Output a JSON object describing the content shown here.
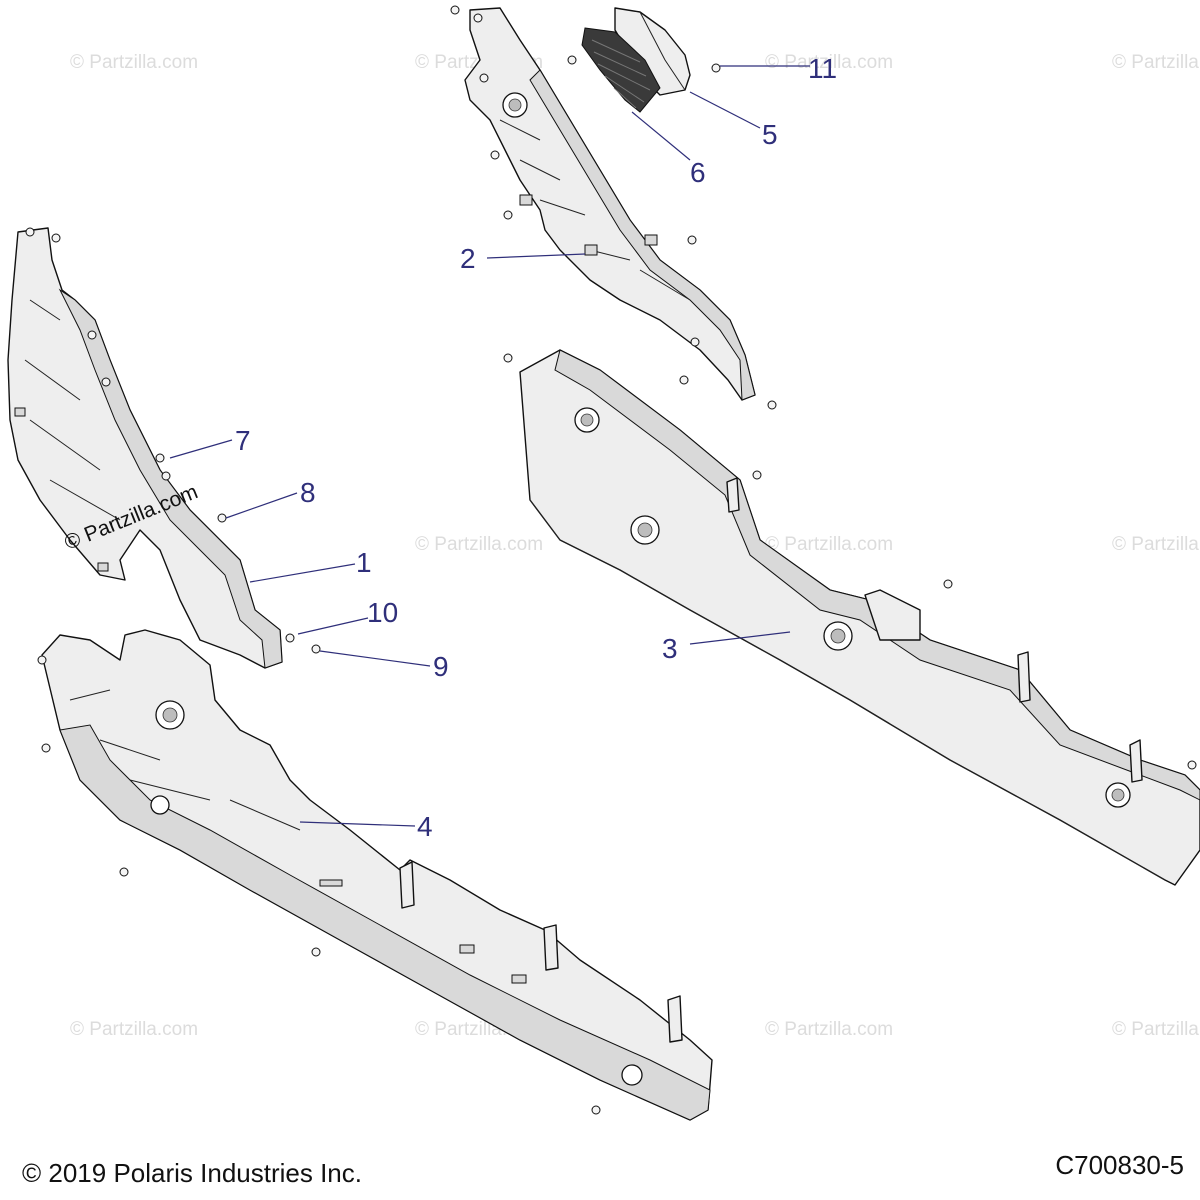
{
  "footer": {
    "copyright": "© 2019 Polaris Industries Inc.",
    "code": "C700830-5"
  },
  "watermark": {
    "text": "© Partzilla.com",
    "prominent_text": "© Partzilla.com"
  },
  "callouts": {
    "c1": "1",
    "c2": "2",
    "c3": "3",
    "c4": "4",
    "c5": "5",
    "c6": "6",
    "c7": "7",
    "c8": "8",
    "c9": "9",
    "c10": "10",
    "c11": "11"
  },
  "colors": {
    "callout": "#2f2f7a",
    "part_fill": "#eeeeee",
    "outline": "#111111",
    "watermark": "#dcdcdc"
  }
}
